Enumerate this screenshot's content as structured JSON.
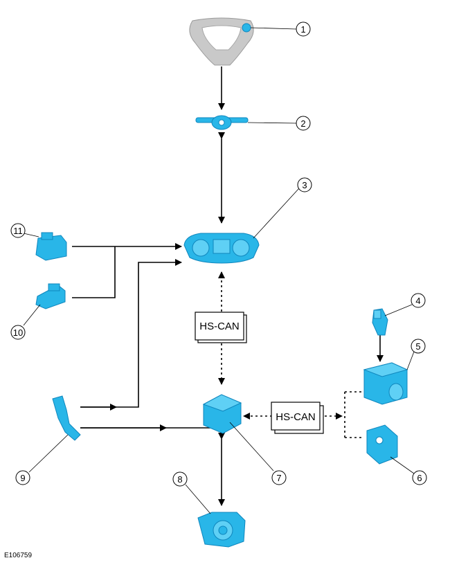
{
  "diagram": {
    "reference_code": "E106759",
    "bus_labels": [
      "HS-CAN",
      "HS-CAN"
    ],
    "callouts": [
      "1",
      "2",
      "3",
      "4",
      "5",
      "6",
      "7",
      "8",
      "9",
      "10",
      "11"
    ],
    "colors": {
      "component_fill": "#29b6e8",
      "component_dark": "#0f86bd",
      "steering_wheel": "#c9c9c9",
      "line": "#000000"
    },
    "icons": {
      "c1": "steering-wheel-icon",
      "c2": "steering-column-switch-icon",
      "c3": "instrument-cluster-icon",
      "c4": "sensor-icon",
      "c5": "abs-module-icon",
      "c6": "control-module-icon",
      "c7": "control-module-icon",
      "c8": "throttle-body-icon",
      "c9": "accelerator-pedal-icon",
      "c10": "switch-icon",
      "c11": "switch-icon"
    }
  }
}
